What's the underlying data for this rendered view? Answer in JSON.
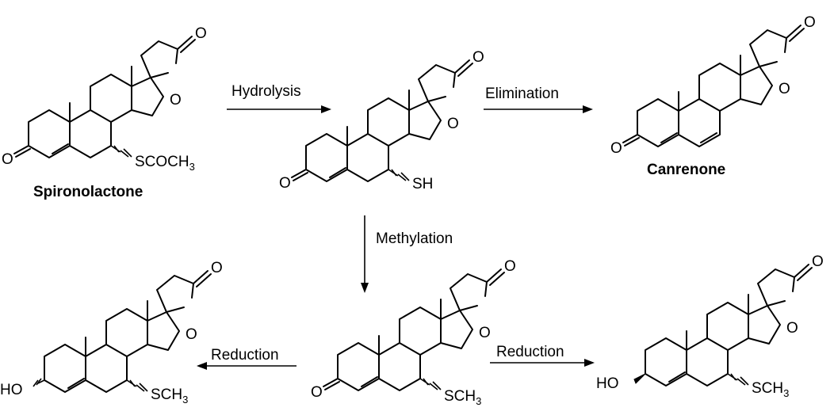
{
  "compounds": [
    {
      "id": "spironolactone",
      "name": "Spironolactone",
      "substituent": "SCOCH3",
      "ketone_label": "O",
      "lactone_o": "O",
      "carbonyl_o": "O"
    },
    {
      "id": "thiol-intermediate",
      "name": "",
      "substituent": "SH",
      "ketone_label": "O",
      "lactone_o": "O",
      "carbonyl_o": "O"
    },
    {
      "id": "canrenone",
      "name": "Canrenone",
      "substituent": "",
      "ketone_label": "O",
      "lactone_o": "O",
      "carbonyl_o": "O"
    },
    {
      "id": "reduced-alpha",
      "name": "",
      "substituent": "SCH3",
      "ketone_label": "HO",
      "lactone_o": "O",
      "carbonyl_o": "O"
    },
    {
      "id": "thiomethyl",
      "name": "",
      "substituent": "SCH3",
      "ketone_label": "O",
      "lactone_o": "O",
      "carbonyl_o": "O"
    },
    {
      "id": "reduced-beta",
      "name": "",
      "substituent": "SCH3",
      "ketone_label": "HO",
      "lactone_o": "O",
      "carbonyl_o": "O"
    }
  ],
  "arrows": {
    "hydrolysis": "Hydrolysis",
    "elimination": "Elimination",
    "methylation": "Methylation",
    "reduction_left": "Reduction",
    "reduction_right": "Reduction"
  }
}
